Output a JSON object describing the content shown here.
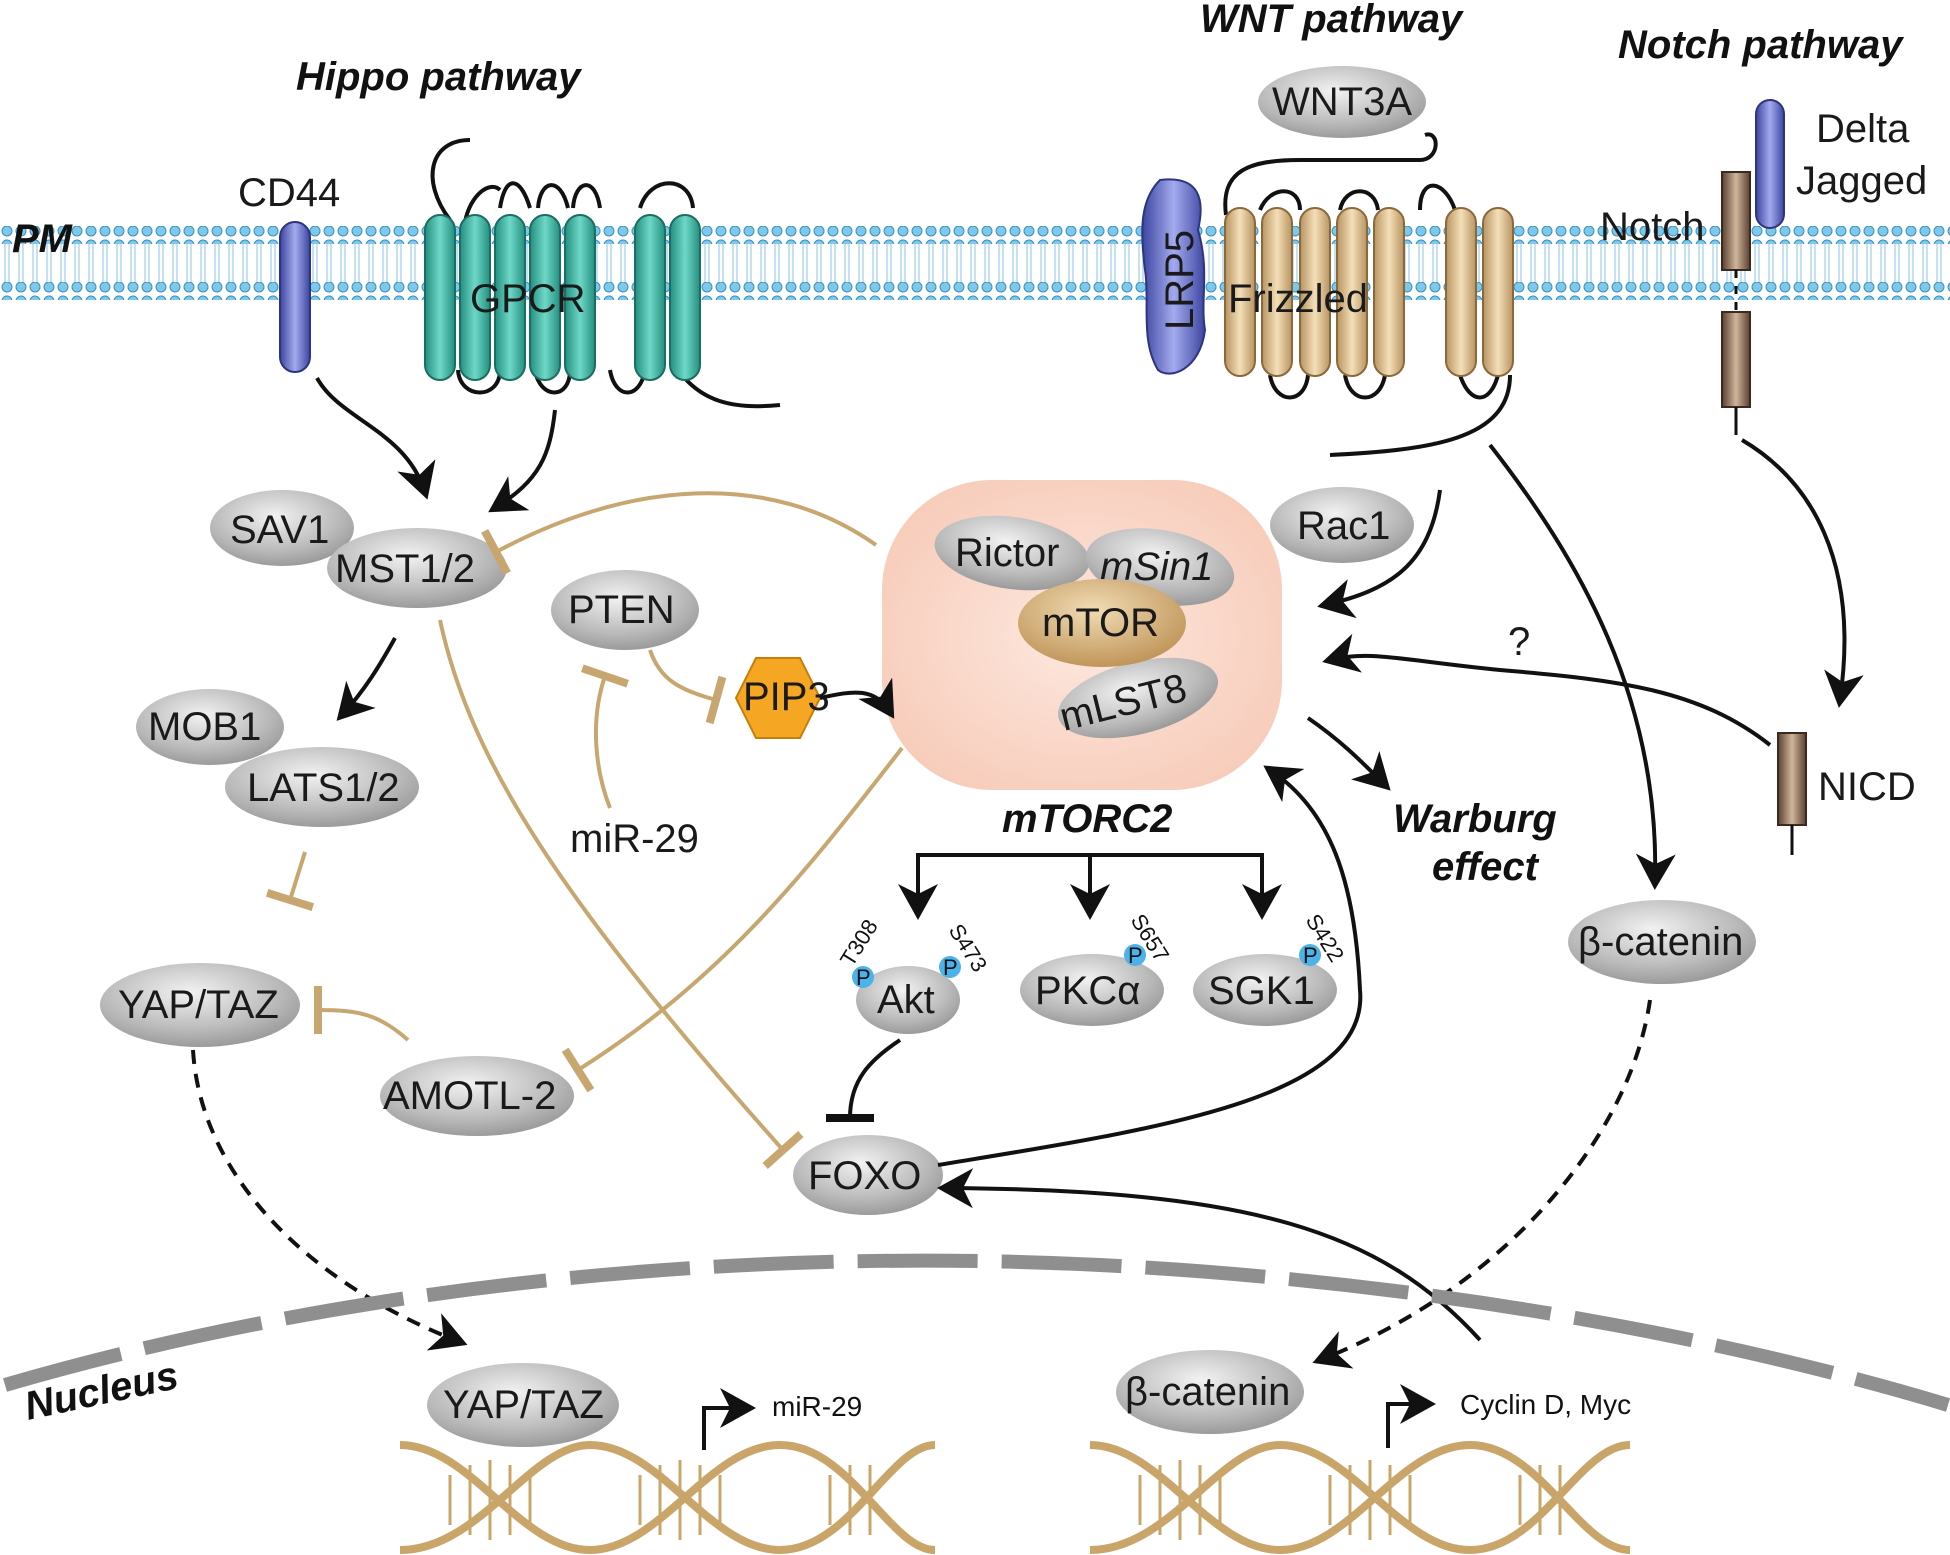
{
  "titles": {
    "hippo": "Hippo pathway",
    "wnt": "WNT pathway",
    "notch": "Notch pathway"
  },
  "compartments": {
    "pm": "PM",
    "nucleus": "Nucleus"
  },
  "receptors": {
    "cd44": "CD44",
    "gpcr": "GPCR",
    "lrp5": "LRP5",
    "frizzled": "Frizzled",
    "wnt3a": "WNT3A",
    "notch": "Notch",
    "delta_jagged_1": "Delta",
    "delta_jagged_2": "Jagged"
  },
  "nodes": {
    "sav1": "SAV1",
    "mst12": "MST1/2",
    "mob1": "MOB1",
    "lats12": "LATS1/2",
    "yaptaz": "YAP/TAZ",
    "amotl2": "AMOTL-2",
    "pten": "PTEN",
    "pip3": "PIP3",
    "mir29": "miR-29",
    "rac1": "Rac1",
    "nicd": "NICD",
    "beta_catenin": "β-catenin",
    "foxo": "FOXO",
    "akt": "Akt",
    "pkca": "PKCα",
    "sgk1": "SGK1",
    "question": "?",
    "warburg_1": "Warburg",
    "warburg_2": "effect"
  },
  "mtorc2": {
    "title": "mTORC2",
    "rictor": "Rictor",
    "msin1": "mSin1",
    "mtor": "mTOR",
    "mlst8": "mLST8"
  },
  "phospho_sites": {
    "t308": "T308",
    "s473": "S473",
    "s657": "S657",
    "s422": "S422",
    "p": "P"
  },
  "nuclear": {
    "yaptaz": "YAP/TAZ",
    "mir29_target": "miR-29",
    "beta_catenin": "β-catenin",
    "cyclin_myc": "Cyclin D, Myc"
  },
  "colors": {
    "gpcr": "#3cb8a6",
    "frizzled": "#ddbf8f",
    "lrp5": "#6e77c9",
    "cd44": "#6e77c9",
    "inhibition": "#c8a670",
    "mtorc2_title": "#e03a25",
    "mtorc2_bg": "#fbd9cc",
    "membrane": "#7ec8ea",
    "notch": "#8a6a52",
    "phospho": "#4cb2ea",
    "dna": "#c9a56a"
  }
}
